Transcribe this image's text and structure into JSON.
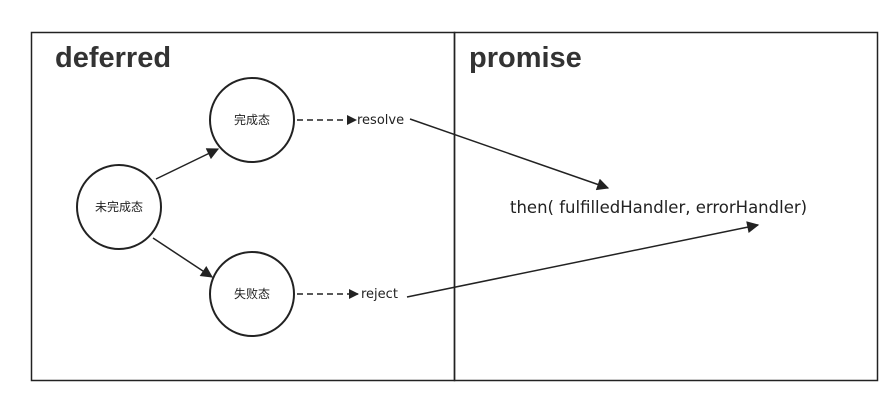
{
  "panels": {
    "left_title": "deferred",
    "right_title": "promise"
  },
  "nodes": {
    "pending": "未完成态",
    "fulfilled": "完成态",
    "rejected": "失败态"
  },
  "edges": {
    "resolve": "resolve",
    "reject": "reject"
  },
  "method": {
    "text": "then( fulfilledHandler, errorHandler)"
  },
  "colors": {
    "stroke": "#222222",
    "title": "#333333",
    "background": "#ffffff"
  }
}
